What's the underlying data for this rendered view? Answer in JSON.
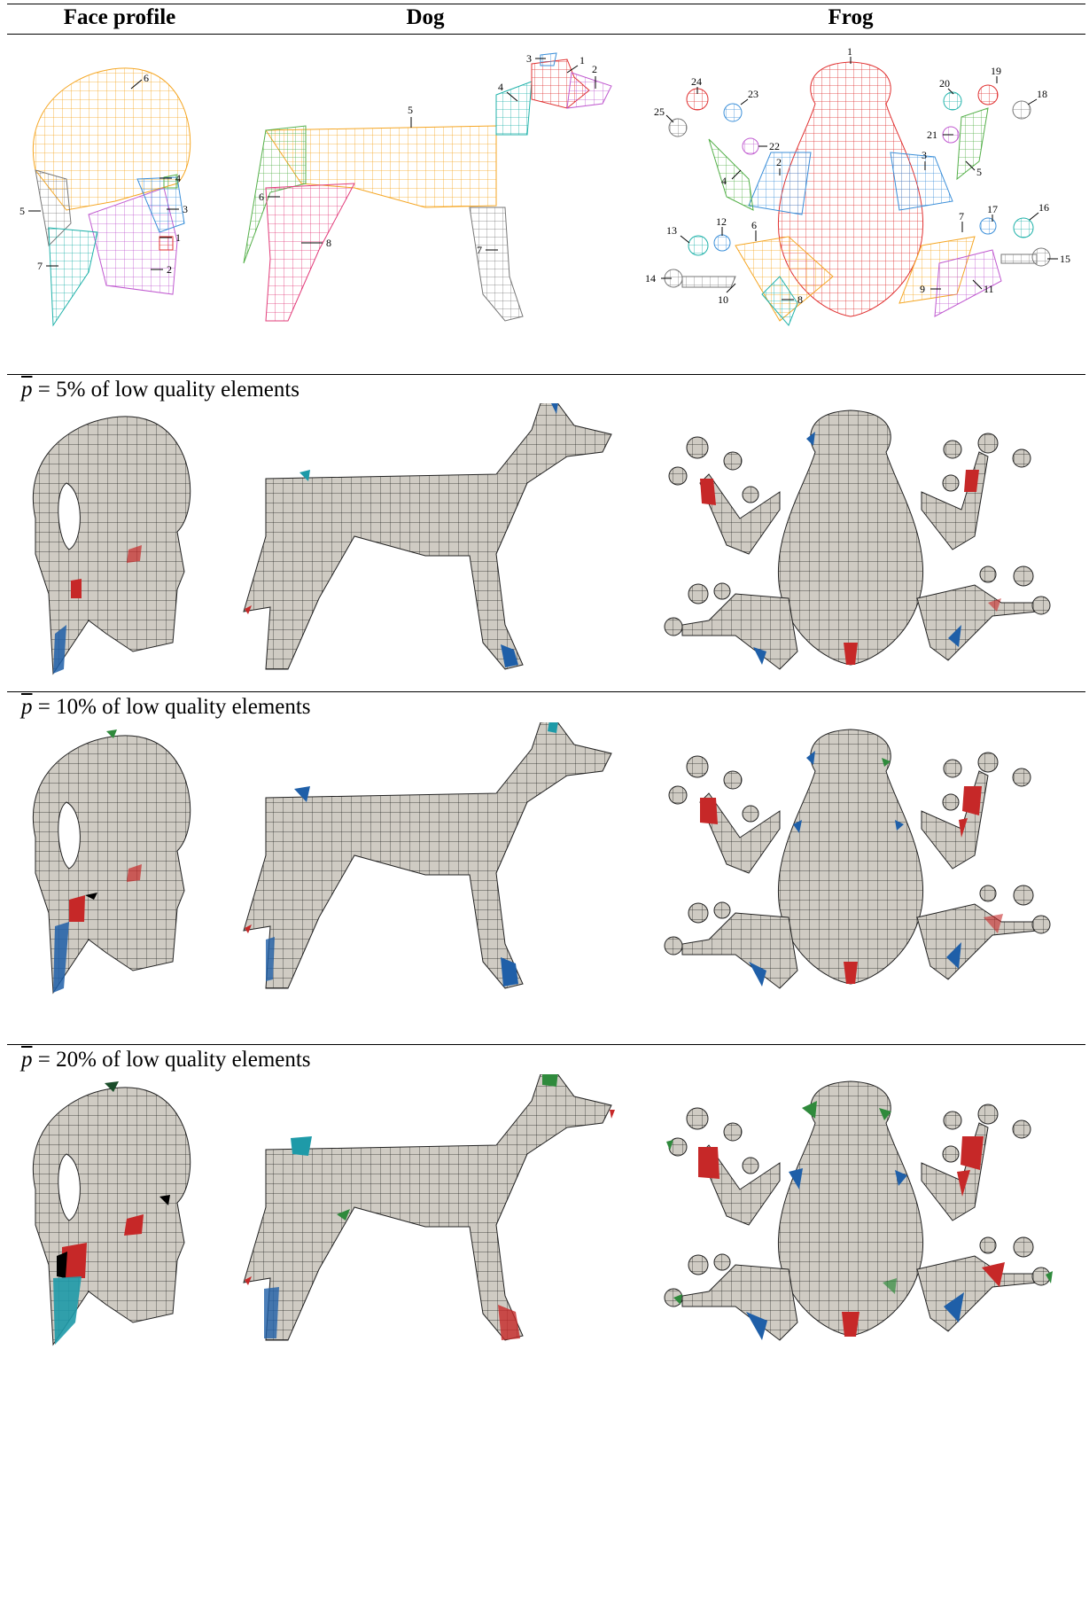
{
  "columns": [
    "Face profile",
    "Dog",
    "Frog"
  ],
  "rows": [
    {
      "label_prefix": "p",
      "label_text": " = 5% of low quality elements"
    },
    {
      "label_prefix": "p",
      "label_text": " = 10% of low quality elements"
    },
    {
      "label_prefix": "p",
      "label_text": " = 20% of low quality elements"
    }
  ],
  "patch_labels": {
    "face": [
      "1",
      "2",
      "3",
      "4",
      "5",
      "6",
      "7"
    ],
    "dog": [
      "1",
      "2",
      "3",
      "4",
      "5",
      "6",
      "7",
      "8"
    ],
    "frog": [
      "1",
      "2",
      "3",
      "4",
      "5",
      "6",
      "7",
      "8",
      "9",
      "10",
      "11",
      "12",
      "13",
      "14",
      "15",
      "16",
      "17",
      "18",
      "19",
      "20",
      "21",
      "22",
      "23",
      "24",
      "25"
    ]
  },
  "colors": {
    "mesh_fill": "#cfcbc3",
    "mesh_line": "#222222",
    "bad_red": "#c62828",
    "bad_blue": "#1f5fa8",
    "bad_teal": "#1e9aa8",
    "bad_green": "#2f8a3c",
    "patch_orange": "#f5a623",
    "patch_purple": "#c05ad0",
    "patch_blue": "#3b8fd9",
    "patch_green": "#55b04a",
    "patch_pink": "#e23c7a",
    "patch_cyan": "#20b2aa",
    "patch_red": "#e03030"
  }
}
